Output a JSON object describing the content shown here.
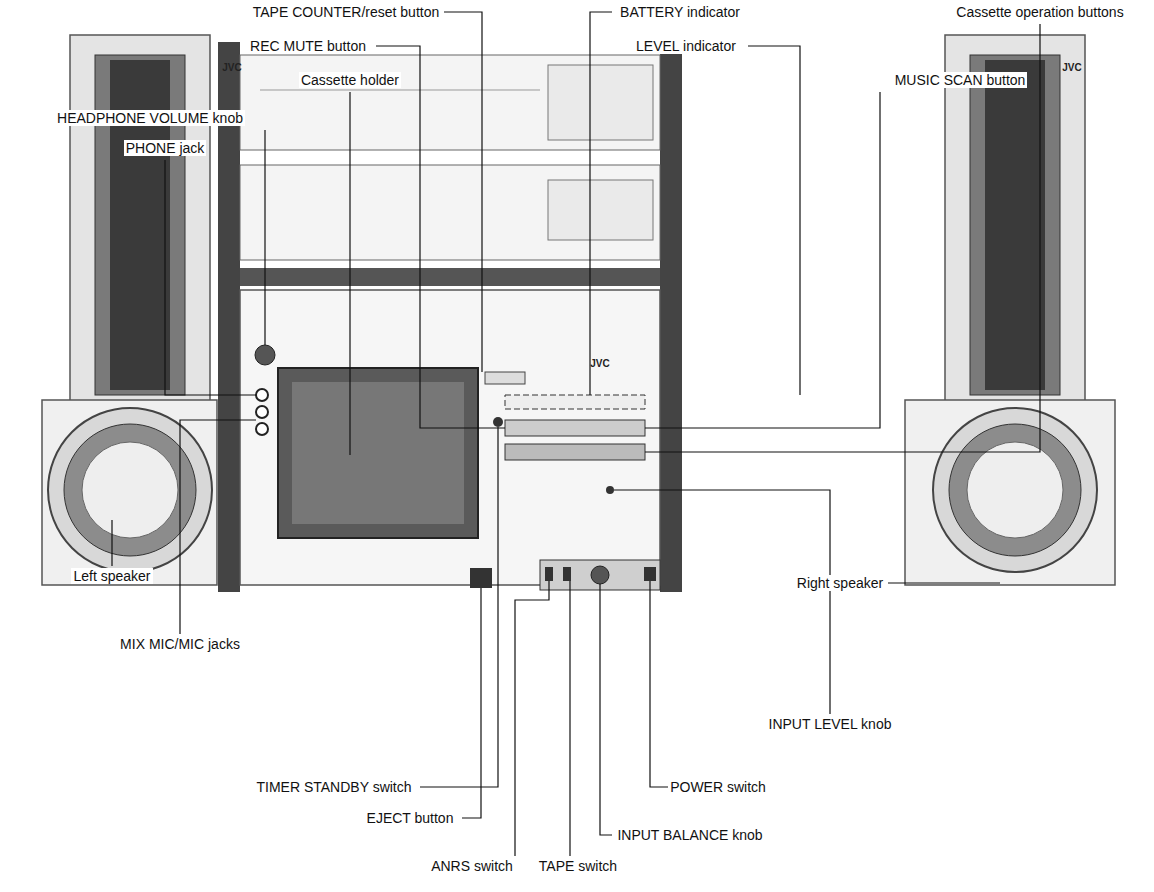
{
  "diagram": {
    "labels": [
      "TAPE COUNTER/reset button",
      "BATTERY indicator",
      "REC MUTE button",
      "LEVEL indicator",
      "Cassette holder",
      "MUSIC SCAN button",
      "HEADPHONE VOLUME knob",
      "Cassette operation buttons",
      "PHONE jack",
      "JVC",
      "JVC",
      "JVC",
      "Left speaker",
      "Right speaker",
      "MIX MIC/MIC jacks",
      "INPUT LEVEL knob",
      "TIMER STANDBY switch",
      "POWER switch",
      "EJECT button",
      "INPUT BALANCE knob",
      "ANRS switch",
      "TAPE switch"
    ]
  }
}
